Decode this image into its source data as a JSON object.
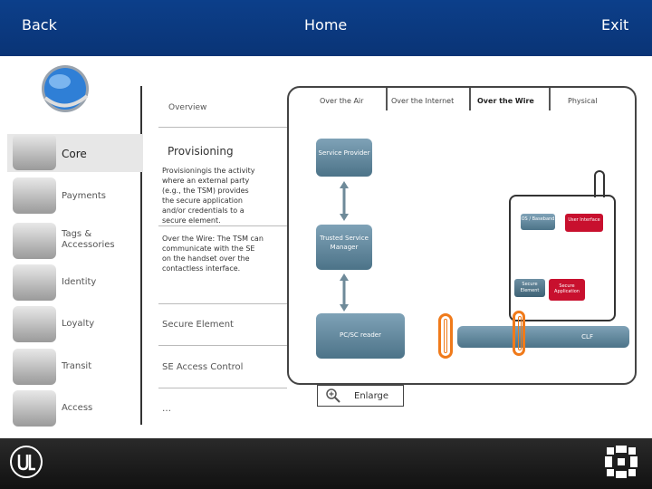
{
  "nav": {
    "back": "Back",
    "home": "Home",
    "exit": "Exit"
  },
  "left_menu": [
    {
      "id": "core",
      "label": "Core",
      "icon": "phone-globe-icon"
    },
    {
      "id": "payments",
      "label": "Payments",
      "icon": "money-icon"
    },
    {
      "id": "tags",
      "label": "Tags &\nAccessories",
      "icon": "tag-icon"
    },
    {
      "id": "identity",
      "label": "Identity",
      "icon": "passport-icon"
    },
    {
      "id": "loyalty",
      "label": "Loyalty",
      "icon": "loyalty-card-icon"
    },
    {
      "id": "transit",
      "label": "Transit",
      "icon": "train-icon"
    },
    {
      "id": "access",
      "label": "Access",
      "icon": "keys-icon"
    }
  ],
  "middle": {
    "overview": "Overview",
    "provisioning": "Provisioning",
    "provisioning_text": "Provisioningis the activity where an external party (e.g., the TSM) provides the secure application and/or credentials to a secure element.",
    "wire_text": "Over the Wire: The TSM can communicate with the SE on the handset over the contactless interface.",
    "secure_element": "Secure Element",
    "se_access_control": "SE Access Control",
    "more": "…"
  },
  "diagram": {
    "columns": [
      "Over the Air",
      "Over the Internet",
      "Over the Wire",
      "Physical"
    ],
    "active_column": "Over the Wire",
    "service_provider": "Service Provider",
    "tsm": "Trusted Service Manager",
    "reader": "PC/SC reader",
    "clf": "CLF",
    "os_baseband": "OS / Baseband",
    "user_interface": "User Interface",
    "secure_element_small": "Secure Element",
    "secure_application": "Secure Application",
    "enlarge": "Enlarge"
  },
  "colors": {
    "topbar": "#0c3f8a",
    "accent_red": "#c8102e",
    "coil_orange": "#f07a1a",
    "steel": "#5e8499"
  }
}
